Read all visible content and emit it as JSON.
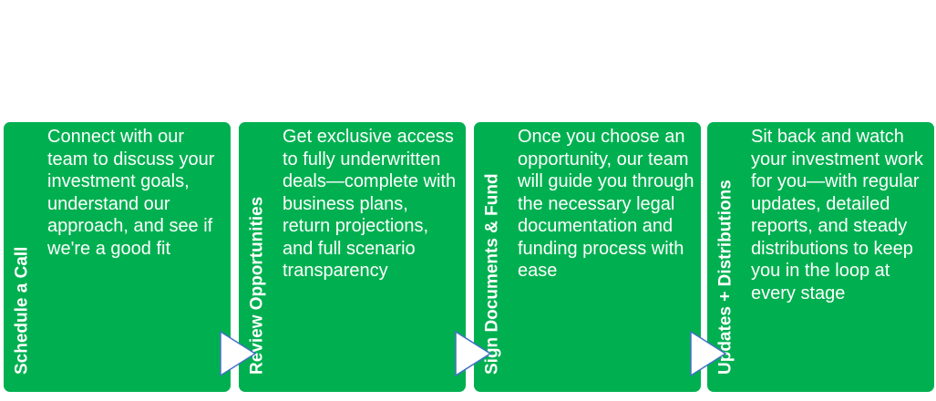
{
  "steps": [
    {
      "title": "Schedule a Call",
      "body": "Connect with our team to discuss your investment goals, understand our approach, and see if we're a good fit"
    },
    {
      "title": "Review  Opportunities",
      "body": "Get exclusive access to fully underwritten deals—complete with business plans, return projections, and full scenario transparency"
    },
    {
      "title": "Sign Documents & Fund",
      "body": "Once you choose an opportunity, our team will guide you through the necessary legal documentation and funding process with ease"
    },
    {
      "title": "Updates + Distributions",
      "body": "Sit back and watch your investment work for you—with regular updates, detailed reports, and steady distributions to keep you in the loop at every stage"
    }
  ],
  "colors": {
    "box": "#00b050",
    "arrow_fill": "#ffffff",
    "arrow_stroke": "#4472c4",
    "text": "#ffffff"
  }
}
